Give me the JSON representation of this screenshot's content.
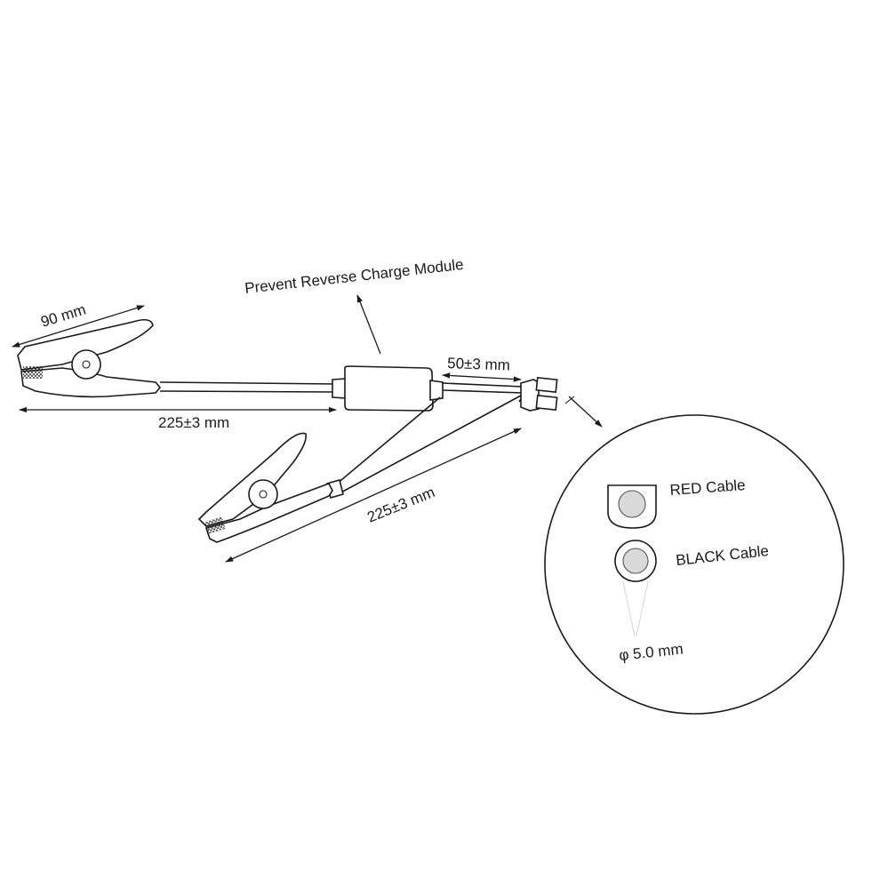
{
  "labels": {
    "module": "Prevent Reverse Charge Module",
    "clip_length": "90 mm",
    "cable_top": "225±3 mm",
    "cable_bottom": "225±3 mm",
    "connector_lead": "50±3 mm",
    "red_cable": "RED Cable",
    "black_cable": "BLACK Cable",
    "diameter": "φ 5.0 mm"
  }
}
